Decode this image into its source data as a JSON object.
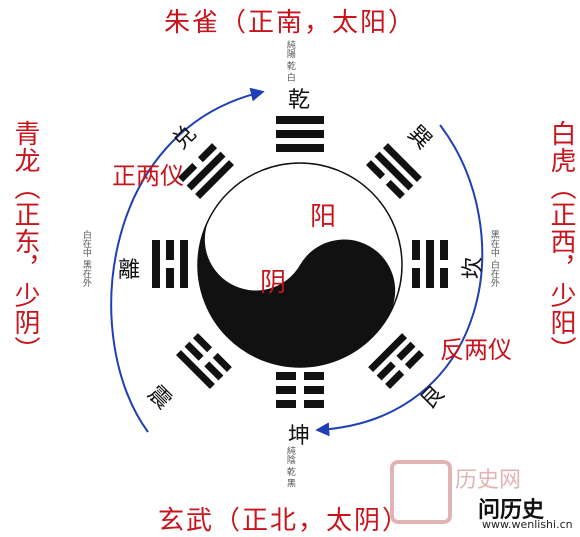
{
  "title_top": "朱雀（正南，太阳）",
  "title_bottom": "玄武（正北，太阴）",
  "label_left": "青龙（正东，少阴）",
  "label_right": "白虎（正西，少阳）",
  "zheng_liangyi": "正两仪",
  "fan_liangyi": "反两仪",
  "yang": "阳",
  "yin": "阴",
  "trigrams": {
    "qian": "乾",
    "dui": "兑",
    "li": "離",
    "zhen": "震",
    "kun": "坤",
    "gen": "艮",
    "kan": "坎",
    "xun": "巽"
  },
  "notes": {
    "qian": "純陽 乾 白",
    "kun": "純陰 乾 黑",
    "li": "白在中 黑在外",
    "kan": "黑在中 白在外"
  },
  "watermark": {
    "text": "问历史",
    "faint": "历史网",
    "site": "www.wenlishi.cn"
  },
  "colors": {
    "red": "#c8141c",
    "blue": "#1f3fb5",
    "black": "#111111"
  }
}
